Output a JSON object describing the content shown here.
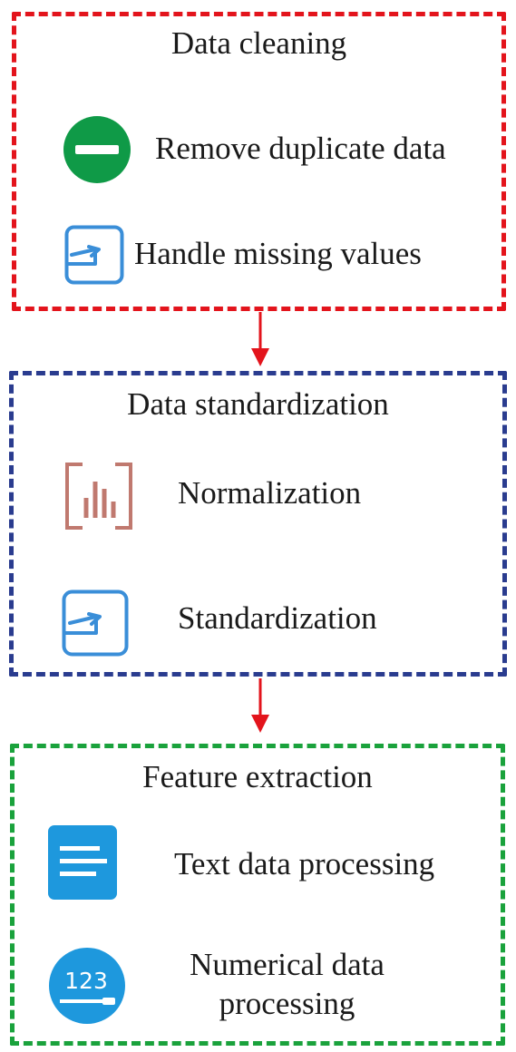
{
  "sections": [
    {
      "title": "Data cleaning",
      "items": [
        {
          "label": "Remove duplicate data",
          "icon": "minus-circle-icon"
        },
        {
          "label": "Handle missing values",
          "icon": "enter-arrow-box-icon"
        }
      ],
      "border_color": "#e3141c"
    },
    {
      "title": "Data standardization",
      "items": [
        {
          "label": "Normalization",
          "icon": "bar-chart-bracket-icon"
        },
        {
          "label": "Standardization",
          "icon": "enter-arrow-box-icon"
        }
      ],
      "border_color": "#2a3c8f"
    },
    {
      "title": "Feature extraction",
      "items": [
        {
          "label": "Text data processing",
          "icon": "text-document-icon"
        },
        {
          "label": "Numerical data processing",
          "icon": "numbers-123-icon"
        }
      ],
      "border_color": "#1aa23c"
    }
  ],
  "arrow_color": "#e3141c"
}
